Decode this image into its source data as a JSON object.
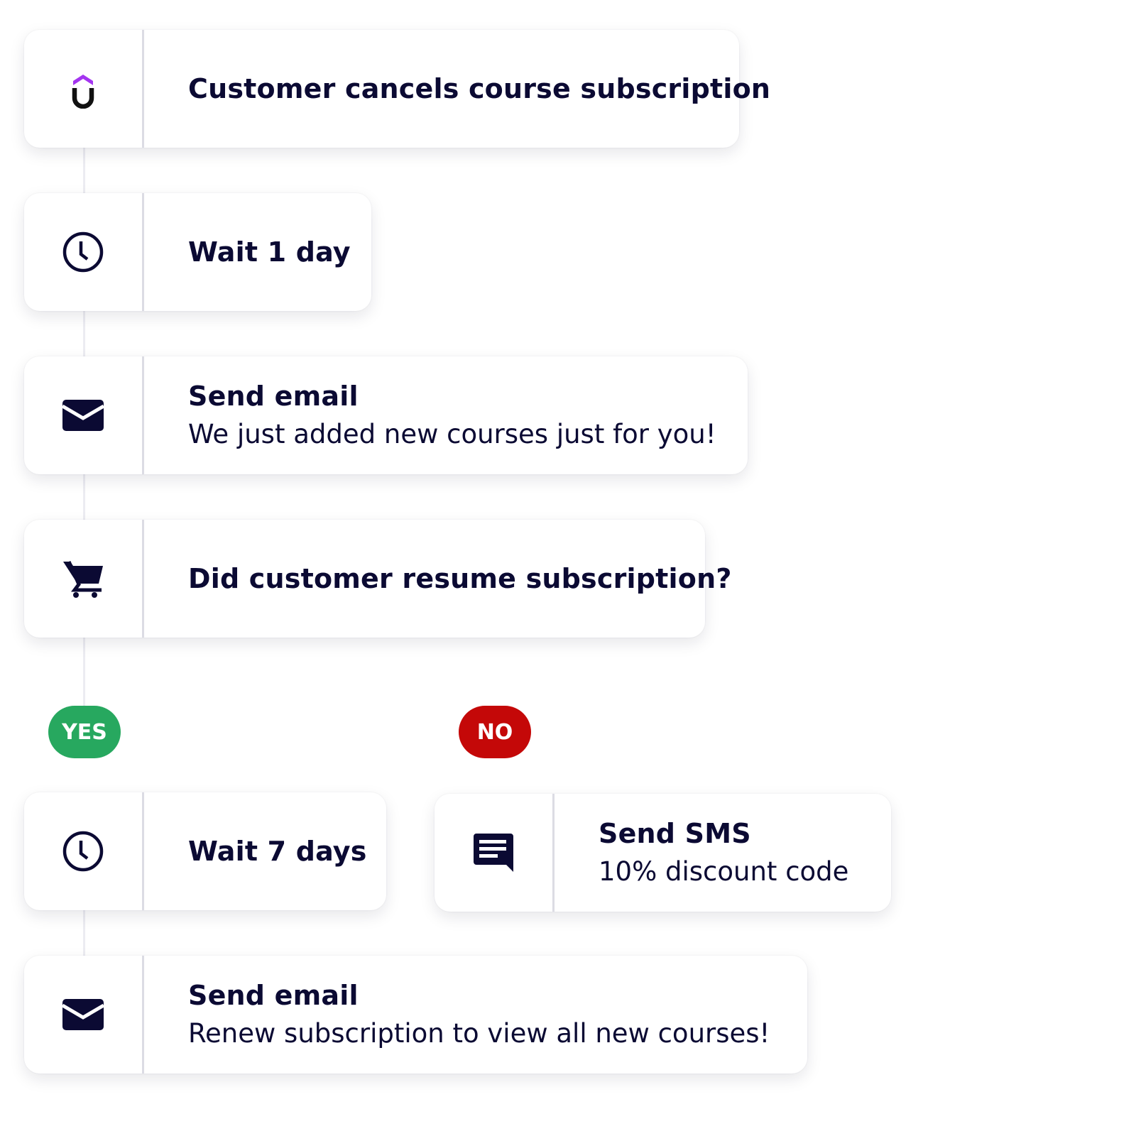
{
  "colors": {
    "text": "#0b0a33",
    "yes": "#27a85f",
    "no": "#c40808",
    "brand": "#a435f0"
  },
  "steps": [
    {
      "icon": "udemy-logo-icon",
      "title": "Customer cancels course subscription"
    },
    {
      "icon": "clock-icon",
      "title": "Wait 1 day"
    },
    {
      "icon": "envelope-icon",
      "title": "Send email",
      "subtitle": "We just added new courses just for you!"
    },
    {
      "icon": "cart-icon",
      "title": "Did customer resume subscription?"
    }
  ],
  "branches": {
    "yes": {
      "label": "YES",
      "steps": [
        {
          "icon": "clock-icon",
          "title": "Wait 7 days"
        },
        {
          "icon": "envelope-icon",
          "title": "Send email",
          "subtitle": "Renew subscription to view all new courses!"
        }
      ]
    },
    "no": {
      "label": "NO",
      "steps": [
        {
          "icon": "chat-icon",
          "title": "Send SMS",
          "subtitle": "10% discount code"
        }
      ]
    }
  }
}
